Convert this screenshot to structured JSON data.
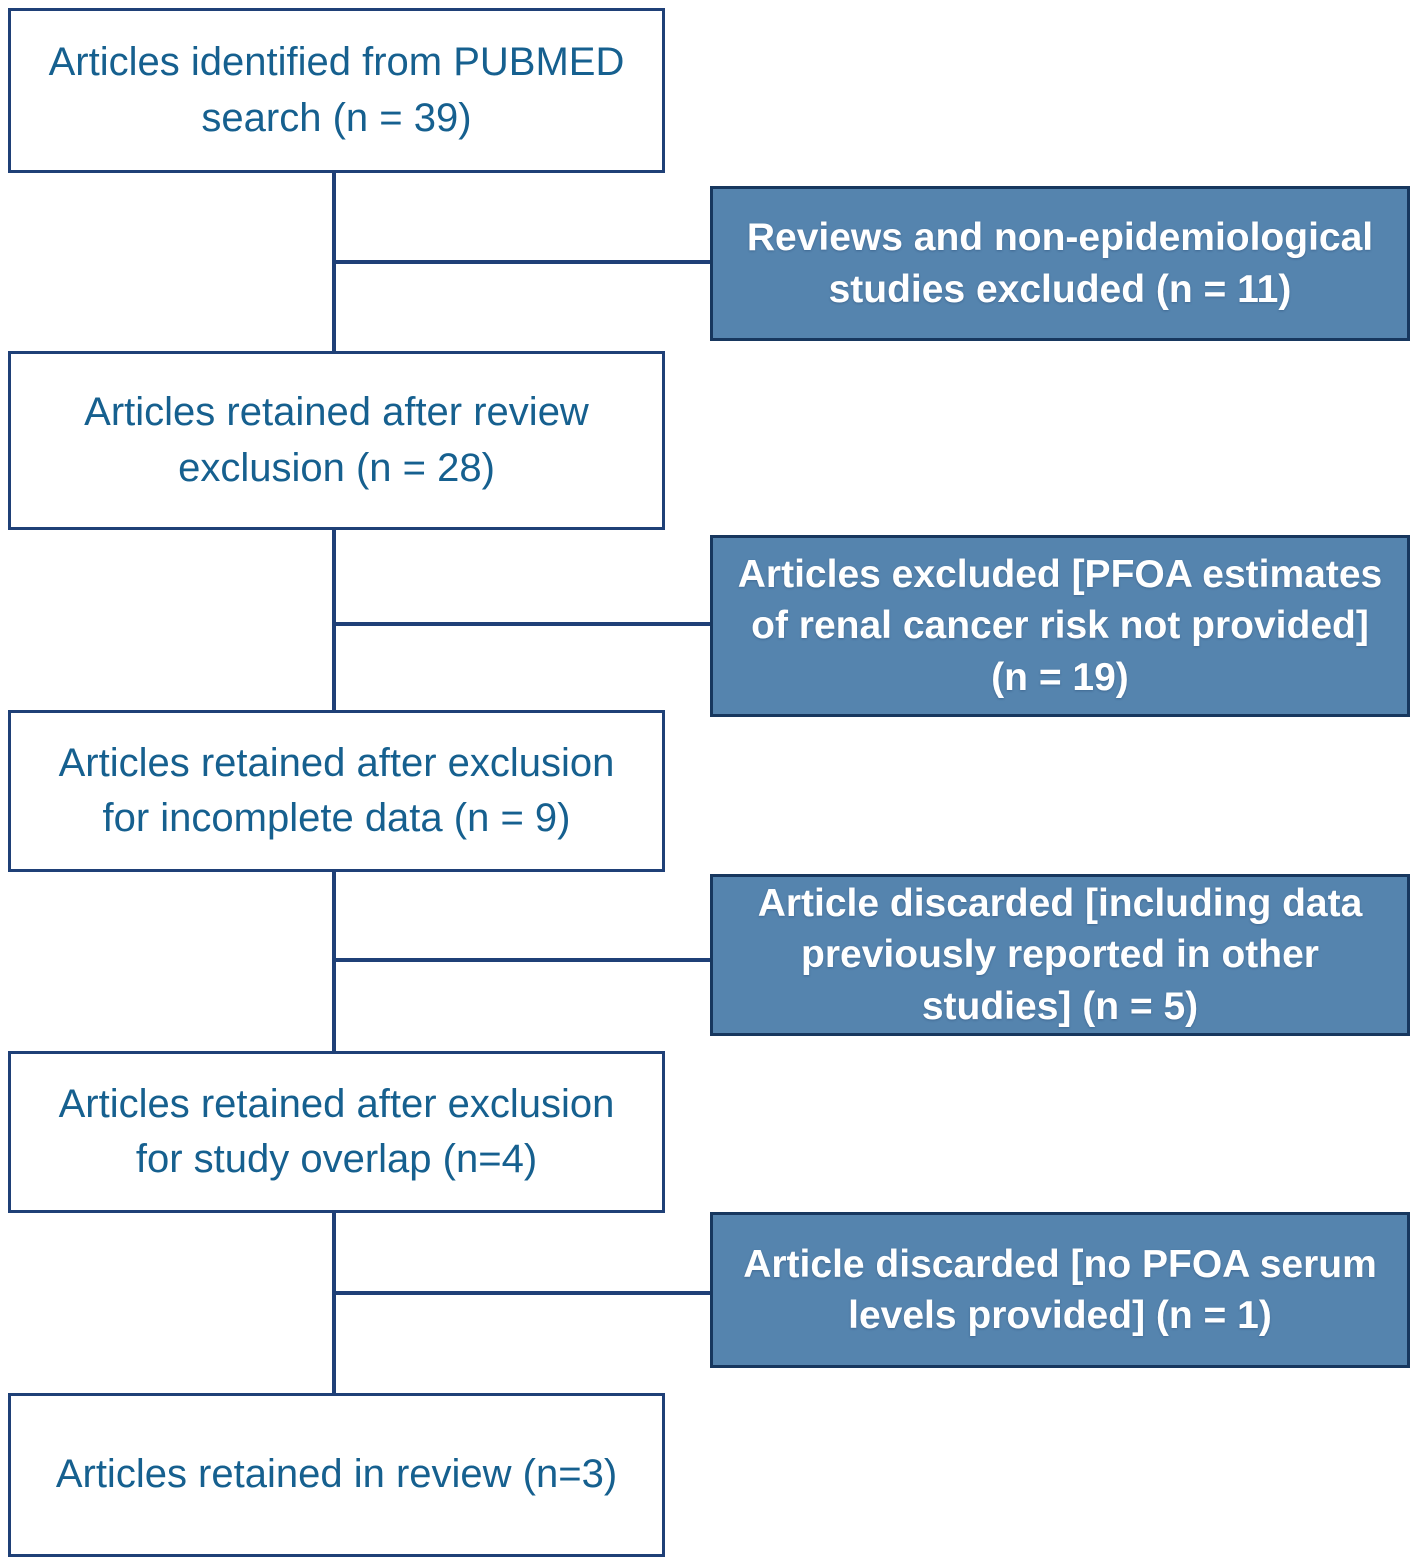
{
  "flowchart": {
    "main_boxes": [
      {
        "label": "Articles identified from PUBMED\nsearch (n = 39)",
        "n": 39
      },
      {
        "label": "Articles retained after review\nexclusion (n = 28)",
        "n": 28
      },
      {
        "label": "Articles retained after exclusion\nfor incomplete data (n = 9)",
        "n": 9
      },
      {
        "label": "Articles retained after exclusion\nfor study overlap (n=4)",
        "n": 4
      },
      {
        "label": "Articles retained in review (n=3)",
        "n": 3
      }
    ],
    "exclusion_boxes": [
      {
        "label": "Reviews and non-epidemiological\nstudies excluded (n = 11)",
        "n": 11
      },
      {
        "label": "Articles excluded [PFOA estimates\nof renal cancer risk not provided]\n(n = 19)",
        "n": 19
      },
      {
        "label": "Article discarded [including data\npreviously reported in other\nstudies] (n = 5)",
        "n": 5
      },
      {
        "label": "Article discarded [no PFOA serum\nlevels provided] (n = 1)",
        "n": 1
      }
    ],
    "colors": {
      "main_box_fill": "#ffffff",
      "main_box_border": "#1f4077",
      "main_box_text": "#16608f",
      "exclusion_box_fill": "#5584ae",
      "exclusion_box_border": "#17375e",
      "exclusion_box_text": "#ffffff",
      "connector": "#1f4077"
    }
  }
}
